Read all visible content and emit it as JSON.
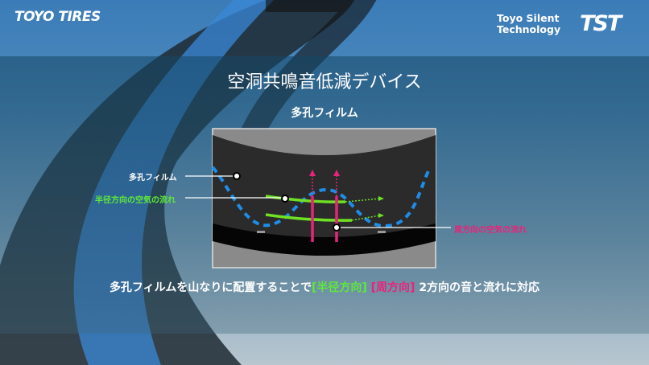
{
  "header": {
    "brand_logo": "TOYO TIRES",
    "tst_line1": "Toyo Silent",
    "tst_line2": "Technology",
    "tst_mark": "TST"
  },
  "title": "空洞共鳴音低減デバイス",
  "subtitle": "多孔フィルム",
  "diagram": {
    "label_film": "多孔フィルム",
    "label_radial": "半径方向の空気の流れ",
    "label_circ": "周方向の空気の流れ"
  },
  "caption": {
    "part1": "多孔フィルムを山なりに配置することで",
    "radial": "[半径方向]",
    "circ": "[周方向]",
    "part2": "2方向の音と流れに対応"
  },
  "colors": {
    "radial": "#5ee83b",
    "circ": "#e8247a",
    "film": "#1f8de8"
  }
}
